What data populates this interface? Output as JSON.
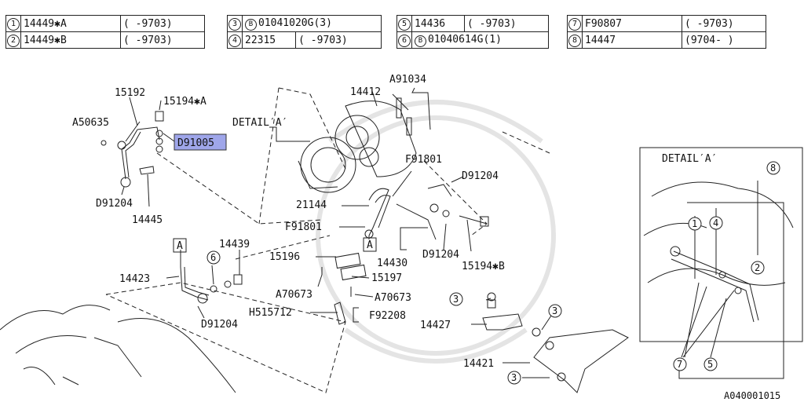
{
  "legend": {
    "group1": [
      {
        "num": "1",
        "part": "14449✱A",
        "range": "(     -9703)"
      },
      {
        "num": "2",
        "part": "14449✱B",
        "range": "(     -9703)"
      }
    ],
    "group2": [
      {
        "num": "3",
        "b": "B",
        "part": "01041020G(3)",
        "range": ""
      },
      {
        "num": "4",
        "part": "22315",
        "range": "(     -9703)"
      }
    ],
    "group3": [
      {
        "num": "5",
        "part": "14436",
        "range": "(     -9703)"
      },
      {
        "num": "6",
        "b": "B",
        "part": "01040614G(1)",
        "range": ""
      }
    ],
    "group4": [
      {
        "num": "7",
        "part": "F90807",
        "range": "(     -9703)"
      },
      {
        "num": "8",
        "part": "14447",
        "range": "(9704-     )"
      }
    ]
  },
  "labels": {
    "p15192": "15192",
    "p15194a": "15194✱A",
    "a50635": "A50635",
    "d91005": "D91005",
    "d91204_left": "D91204",
    "p14445": "14445",
    "detail_a": "DETAIL′A′",
    "p14412": "14412",
    "a91034": "A91034",
    "f91801_top": "F91801",
    "d91204_mid": "D91204",
    "p21144": "21144",
    "f91801_bot": "F91801",
    "boxA_mid": "A",
    "p14430": "14430",
    "d91204_mid2": "D91204",
    "p15194b": "15194✱B",
    "boxA_left": "A",
    "p14439": "14439",
    "c6": "6",
    "p14423": "14423",
    "d91204_bot": "D91204",
    "p15196": "15196",
    "p15197": "15197",
    "a70673_l": "A70673",
    "a70673_r": "A70673",
    "h515712": "H515712",
    "f92208": "F92208",
    "c3a": "3",
    "p14427": "14427",
    "c3b": "3",
    "p14421": "14421",
    "c3c": "3",
    "detail_title": "DETAIL′A′",
    "c8": "8",
    "c1": "1",
    "c4": "4",
    "c2": "2",
    "c7": "7",
    "c5": "5",
    "fig_id": "A040001015"
  }
}
